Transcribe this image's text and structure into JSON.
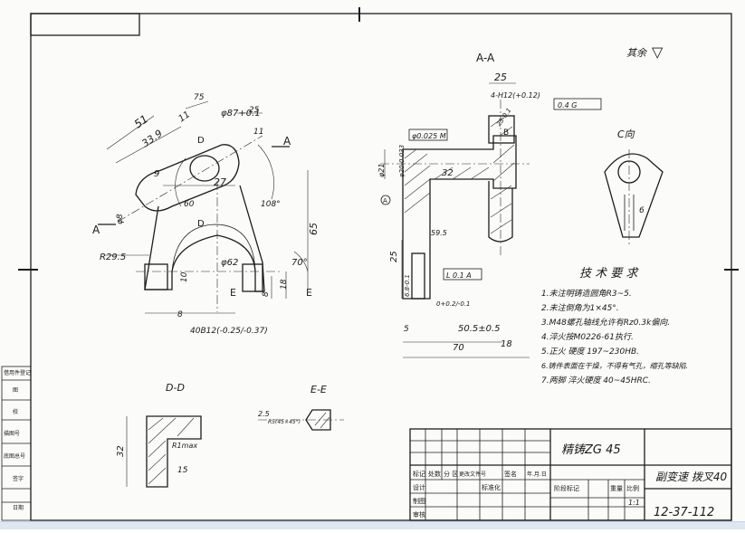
{
  "sheet": {
    "corner_mark": "其余",
    "roughness_symbol": "▽"
  },
  "side_stamps": [
    "借用件登记",
    "图",
    "校",
    "描图号",
    "底图总号",
    "签字",
    "日期"
  ],
  "section_views": {
    "a_a": "A-A",
    "c_view": "C向",
    "d_d": "D-D",
    "e_e": "E-E"
  },
  "dimensions": {
    "left_view": [
      "51",
      "11",
      "33.9",
      "9",
      "27",
      "R29.5",
      "40B12(-0.25/-0.37)",
      "φ62",
      "φ87+0.1",
      "10",
      "8",
      "18",
      "70°",
      "65",
      "φ8",
      "8",
      "60",
      "108°",
      "11",
      "25",
      "75",
      "D",
      "D",
      "A",
      "A",
      "E",
      "E"
    ],
    "aa_view": [
      "25",
      "4-H12(+0.12)",
      "25-0.1",
      "φ0.025 M",
      "0.4 G",
      "B",
      "32",
      "φ21",
      "φ20-0.033",
      "59.5",
      "L 0.1 A",
      "25",
      "5",
      "50.5±0.5",
      "70",
      "18",
      "0+0.2/-0.1",
      "6.8-0.1"
    ],
    "c_view": [
      "6"
    ],
    "dd_view": [
      "32",
      "R1max",
      "15"
    ],
    "ee_view": [
      "2.5",
      "R5(45×45°)"
    ],
    "centerline_marks": [
      "B",
      "A"
    ]
  },
  "tech_requirements": {
    "title": "技 术 要 求",
    "items": [
      "1.未注明铸造圆角R3~5.",
      "2.未注倒角为1×45°.",
      "3.M48螺孔轴线允许有Rz0.3k偏向.",
      "4.淬火按M0226-61执行.",
      "5.正火 硬度 197~230HB.",
      "6.铸件表面在干燥，不得有气孔，缩孔等缺陷.",
      "7.两脚 淬火硬度 40~45HRC."
    ]
  },
  "title_block": {
    "material": "精铸ZG 45",
    "part_name": "副变速 拨叉40",
    "drawing_no": "12-37-112",
    "scale": "1:1",
    "headers_row1": [
      "标记",
      "处数",
      "分 区",
      "更改文件号",
      "签名",
      "年.月.日"
    ],
    "headers_row2": [
      "设计",
      "",
      "",
      "标准化",
      "",
      ""
    ],
    "headers_row3": [
      "制图",
      "",
      "",
      "",
      "",
      ""
    ],
    "headers_row4": [
      "审核",
      "",
      "",
      "",
      "",
      ""
    ],
    "stage_label": "阶段标记",
    "weight_label": "重量",
    "scale_label": "比例"
  }
}
